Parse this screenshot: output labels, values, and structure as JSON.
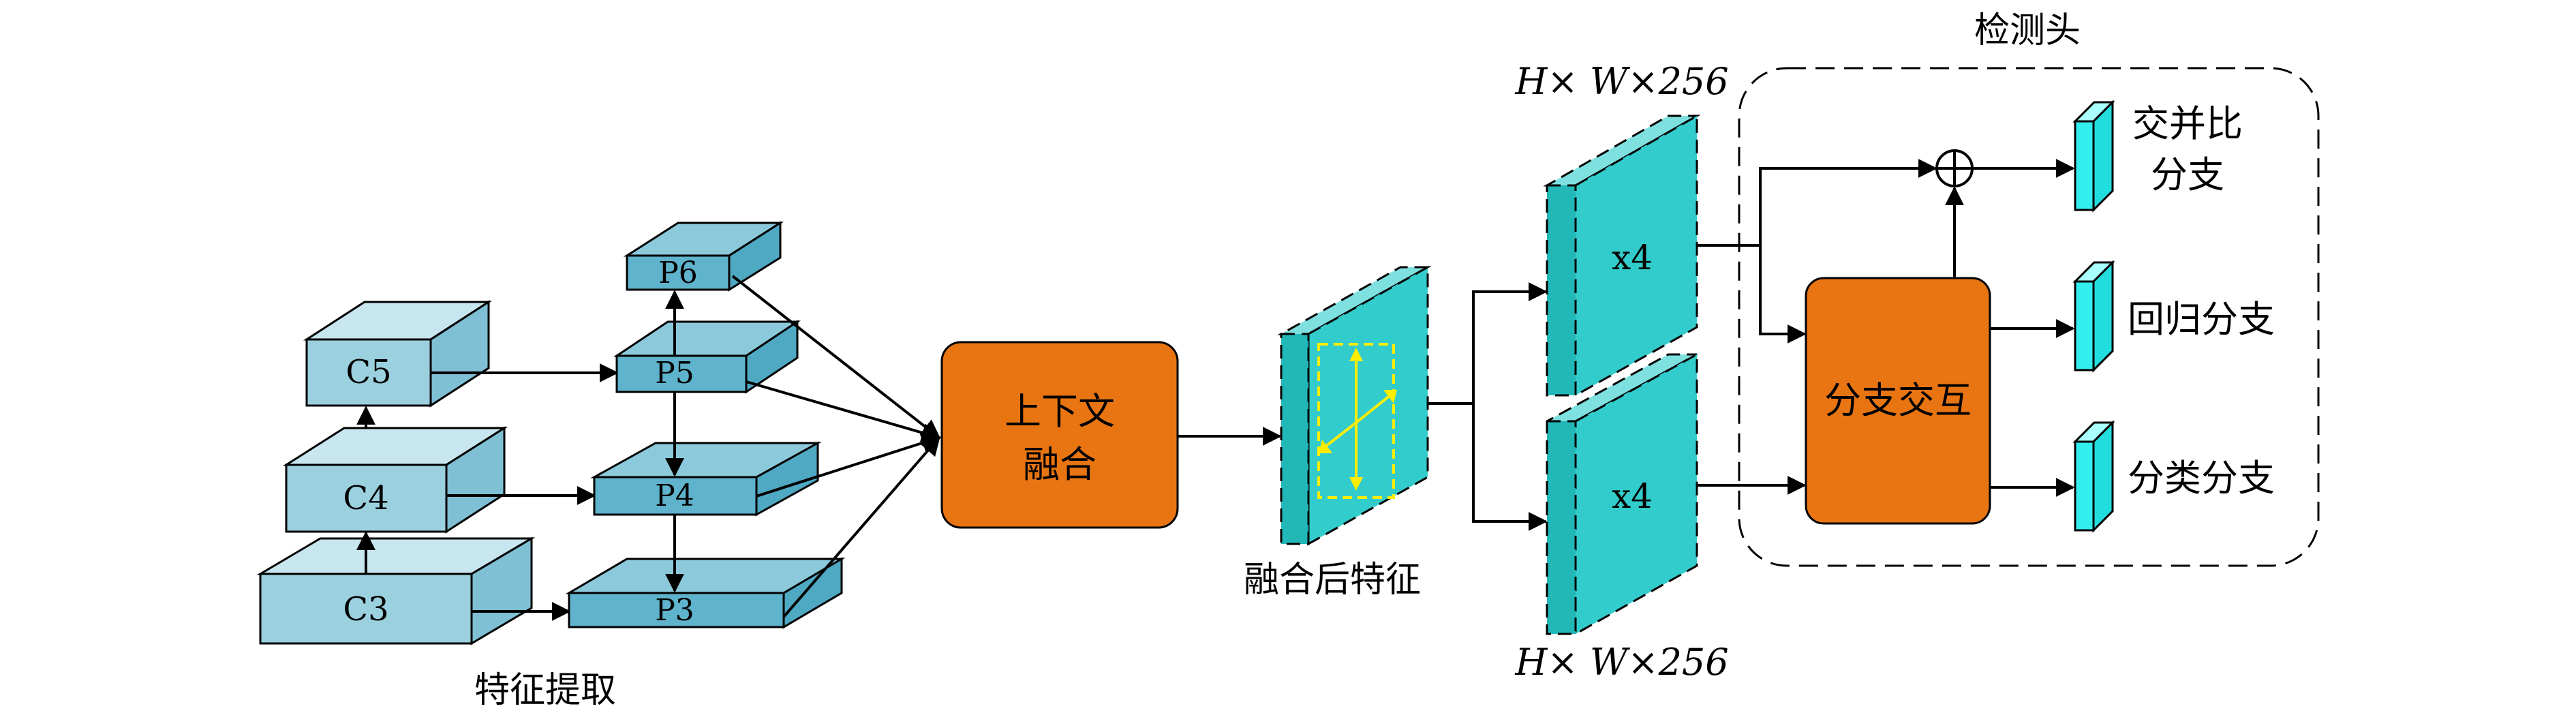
{
  "backbone": {
    "caption": "特征提取",
    "c_blocks": [
      "C5",
      "C4",
      "C3"
    ],
    "p_blocks": [
      "P6",
      "P5",
      "P4",
      "P3"
    ]
  },
  "fusion": {
    "label_line1": "上下文",
    "label_line2": "融合"
  },
  "fused_feature": {
    "caption": "融合后特征"
  },
  "branches": {
    "dim_top": "H× W×256",
    "dim_bottom": "H× W×256",
    "top_label": "x4",
    "bottom_label": "x4"
  },
  "head": {
    "title": "检测头",
    "interaction_label": "分支交互",
    "outputs": {
      "iou_line1": "交并比",
      "iou_line2": "分支",
      "regression": "回归分支",
      "classification": "分类分支"
    }
  },
  "colors": {
    "block_fill": "#9bd0df",
    "block_dark": "#5fb3cc",
    "orange": "#e87512",
    "teal": "#33cccc",
    "cyan": "#22eeee",
    "arrow_yellow": "#ffee00"
  }
}
